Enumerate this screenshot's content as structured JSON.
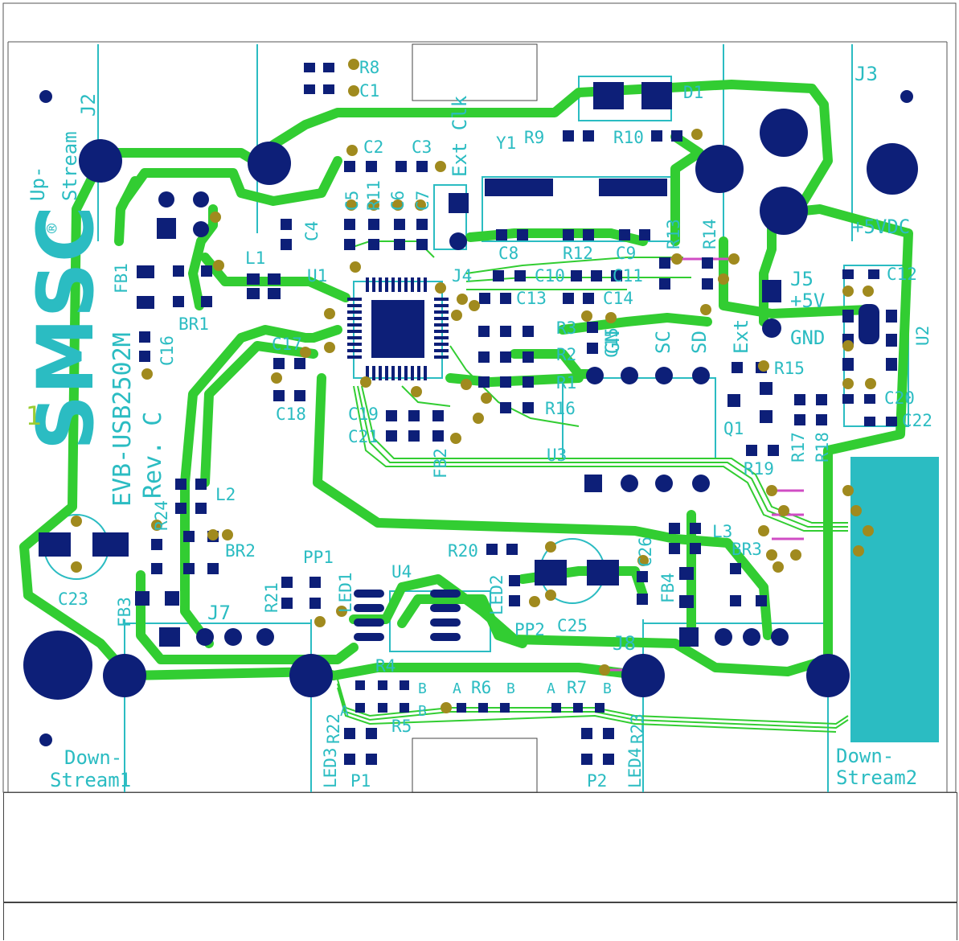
{
  "colors": {
    "board_bg": "#ffffff",
    "trace": "#32cd32",
    "silk": "#2bbcc2",
    "pad": "#0d1f78",
    "via": "#a08a1e",
    "pink": "#d04dc4"
  },
  "board": {
    "name_line1": "EVB-USB2502M",
    "name_line2": "Rev. C",
    "logo": "SMSC",
    "logo_mark": "®",
    "pin1_marker": "1"
  },
  "connectors": {
    "j2": "J2",
    "up_stream_1": "Up-",
    "up_stream_2": "Stream",
    "j3": "J3",
    "j5": "J5",
    "j7": "J7",
    "j8": "J8",
    "down1_a": "Down-",
    "down1_b": "Stream1",
    "down2_a": "Down-",
    "down2_b": "Stream2",
    "vdc": "+5VDC",
    "plus5v": "+5V",
    "gnd": "GND",
    "ext": "Ext",
    "sc": "SC",
    "sd": "SD",
    "gn": "GN",
    "ext_clk": "Ext Clk"
  },
  "refdes": {
    "r8": "R8",
    "c1": "C1",
    "d1": "D1",
    "c2": "C2",
    "c3": "C3",
    "y1": "Y1",
    "r9": "R9",
    "r10": "R10",
    "c4": "C4",
    "c5": "C5",
    "r11": "R11",
    "c6": "C6",
    "c7": "C7",
    "c8": "C8",
    "r12": "R12",
    "c9": "C9",
    "r13": "R13",
    "r14": "R14",
    "l1": "L1",
    "u1": "U1",
    "j4": "J4",
    "c10": "C10",
    "c11": "C11",
    "c12": "C12",
    "c13": "C13",
    "c14": "C14",
    "fb1": "FB1",
    "br1": "BR1",
    "c16": "C16",
    "r3": "R3",
    "r2": "R2",
    "r1": "R1",
    "c15": "C15",
    "r15": "R15",
    "u2": "U2",
    "c17": "C17",
    "c18": "C18",
    "c19": "C19",
    "c21": "C21",
    "fb2": "FB2",
    "r16": "R16",
    "q1": "Q1",
    "r17": "R17",
    "r18": "R18",
    "c20": "C20",
    "c22": "C22",
    "u3": "U3",
    "r19": "R19",
    "l2": "L2",
    "r24": "R24",
    "br2": "BR2",
    "l3": "L3",
    "br3": "BR3",
    "c26": "C26",
    "r20": "R20",
    "c23": "C23",
    "fb3": "FB3",
    "pp1": "PP1",
    "r21": "R21",
    "led1": "LED1",
    "u4": "U4",
    "led2": "LED2",
    "pp2": "PP2",
    "c25": "C25",
    "fb4": "FB4",
    "r4": "R4",
    "r6": "R6",
    "r7": "R7",
    "r5": "R5",
    "r22": "R22",
    "r23": "R23",
    "led3": "LED3",
    "p1": "P1",
    "led4": "LED4",
    "p2": "P2",
    "pin_a": "A",
    "pin_b": "B"
  }
}
